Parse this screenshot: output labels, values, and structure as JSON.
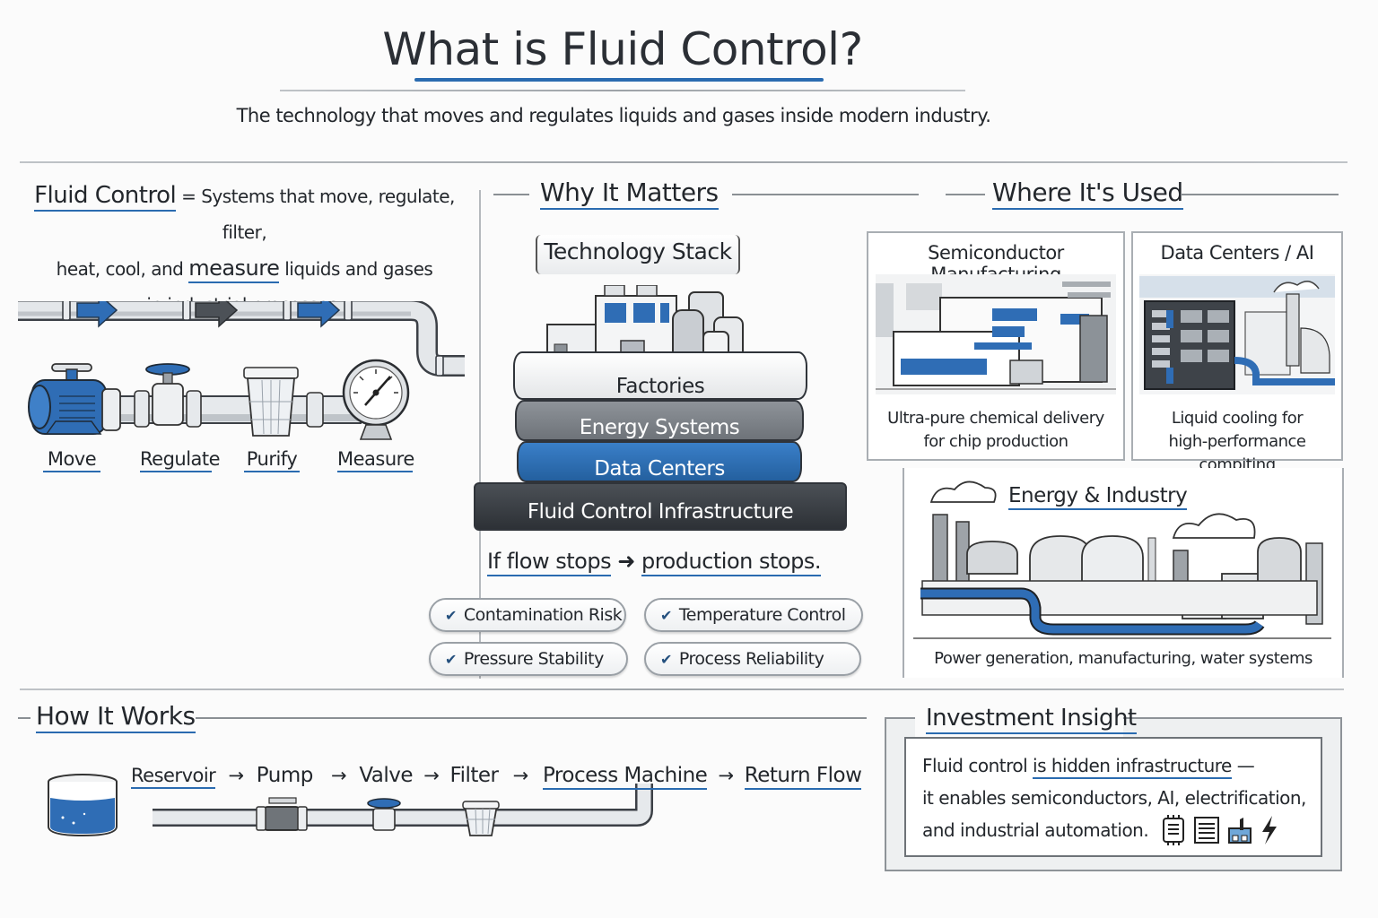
{
  "header": {
    "title": "What is Fluid Control?",
    "subtitle": "The technology that moves and regulates liquids and gases inside modern industry."
  },
  "definition": {
    "term": "Fluid Control",
    "equals": " = ",
    "line1_rest": "Systems that move, regulate, filter,",
    "line2_pre": "heat, cool, and ",
    "line2_em": "measure",
    "line2_post": " liquids and gases",
    "line3": "in industrial processes."
  },
  "operations": [
    {
      "label": "Move",
      "icon": "pump-icon"
    },
    {
      "label": "Regulate",
      "icon": "valve-icon"
    },
    {
      "label": "Purify",
      "icon": "filter-icon"
    },
    {
      "label": "Measure",
      "icon": "gauge-icon"
    }
  ],
  "why_it_matters": {
    "heading": "Why It Matters",
    "stack_title": "Technology Stack",
    "layers": [
      "Factories",
      "Energy Systems",
      "Data Centers",
      "Fluid Control Infrastructure"
    ],
    "tagline_a": "If flow stops",
    "tagline_arrow": "➜",
    "tagline_b": "production stops.",
    "checks": [
      "Contamination Risk",
      "Temperature Control",
      "Pressure Stability",
      "Process Reliability"
    ],
    "check_glyph": "✔"
  },
  "where_used": {
    "heading": "Where It's Used",
    "cards": [
      {
        "title": "Semiconductor Manufacturing",
        "caption_1": "Ultra-pure chemical delivery",
        "caption_2": "for chip production"
      },
      {
        "title": "Data Centers / AI",
        "caption_1": "Liquid cooling for",
        "caption_2": "high-performance compiting"
      },
      {
        "title": "Energy & Industry",
        "caption_1": "Power generation, manufacturing, water systems"
      }
    ]
  },
  "how_it_works": {
    "heading": "How It Works",
    "steps": [
      "Reservoir",
      "Pump",
      "Valve",
      "Filter",
      "Process Machine",
      "Return Flow"
    ],
    "arrow": "→"
  },
  "insight": {
    "heading": "Investment Insight",
    "line1_pre": "Fluid control ",
    "line1_em": "is hidden infrastructure",
    "line1_post": " —",
    "line2": "it enables semiconductors, AI, electrification,",
    "line3": "and industrial automation.",
    "icons": [
      "chip-icon",
      "server-icon",
      "factory-icon",
      "lightning-icon"
    ]
  },
  "colors": {
    "accent_blue": "#2a6bb0",
    "dark_gray": "#4c5157",
    "ink": "#23272c"
  }
}
